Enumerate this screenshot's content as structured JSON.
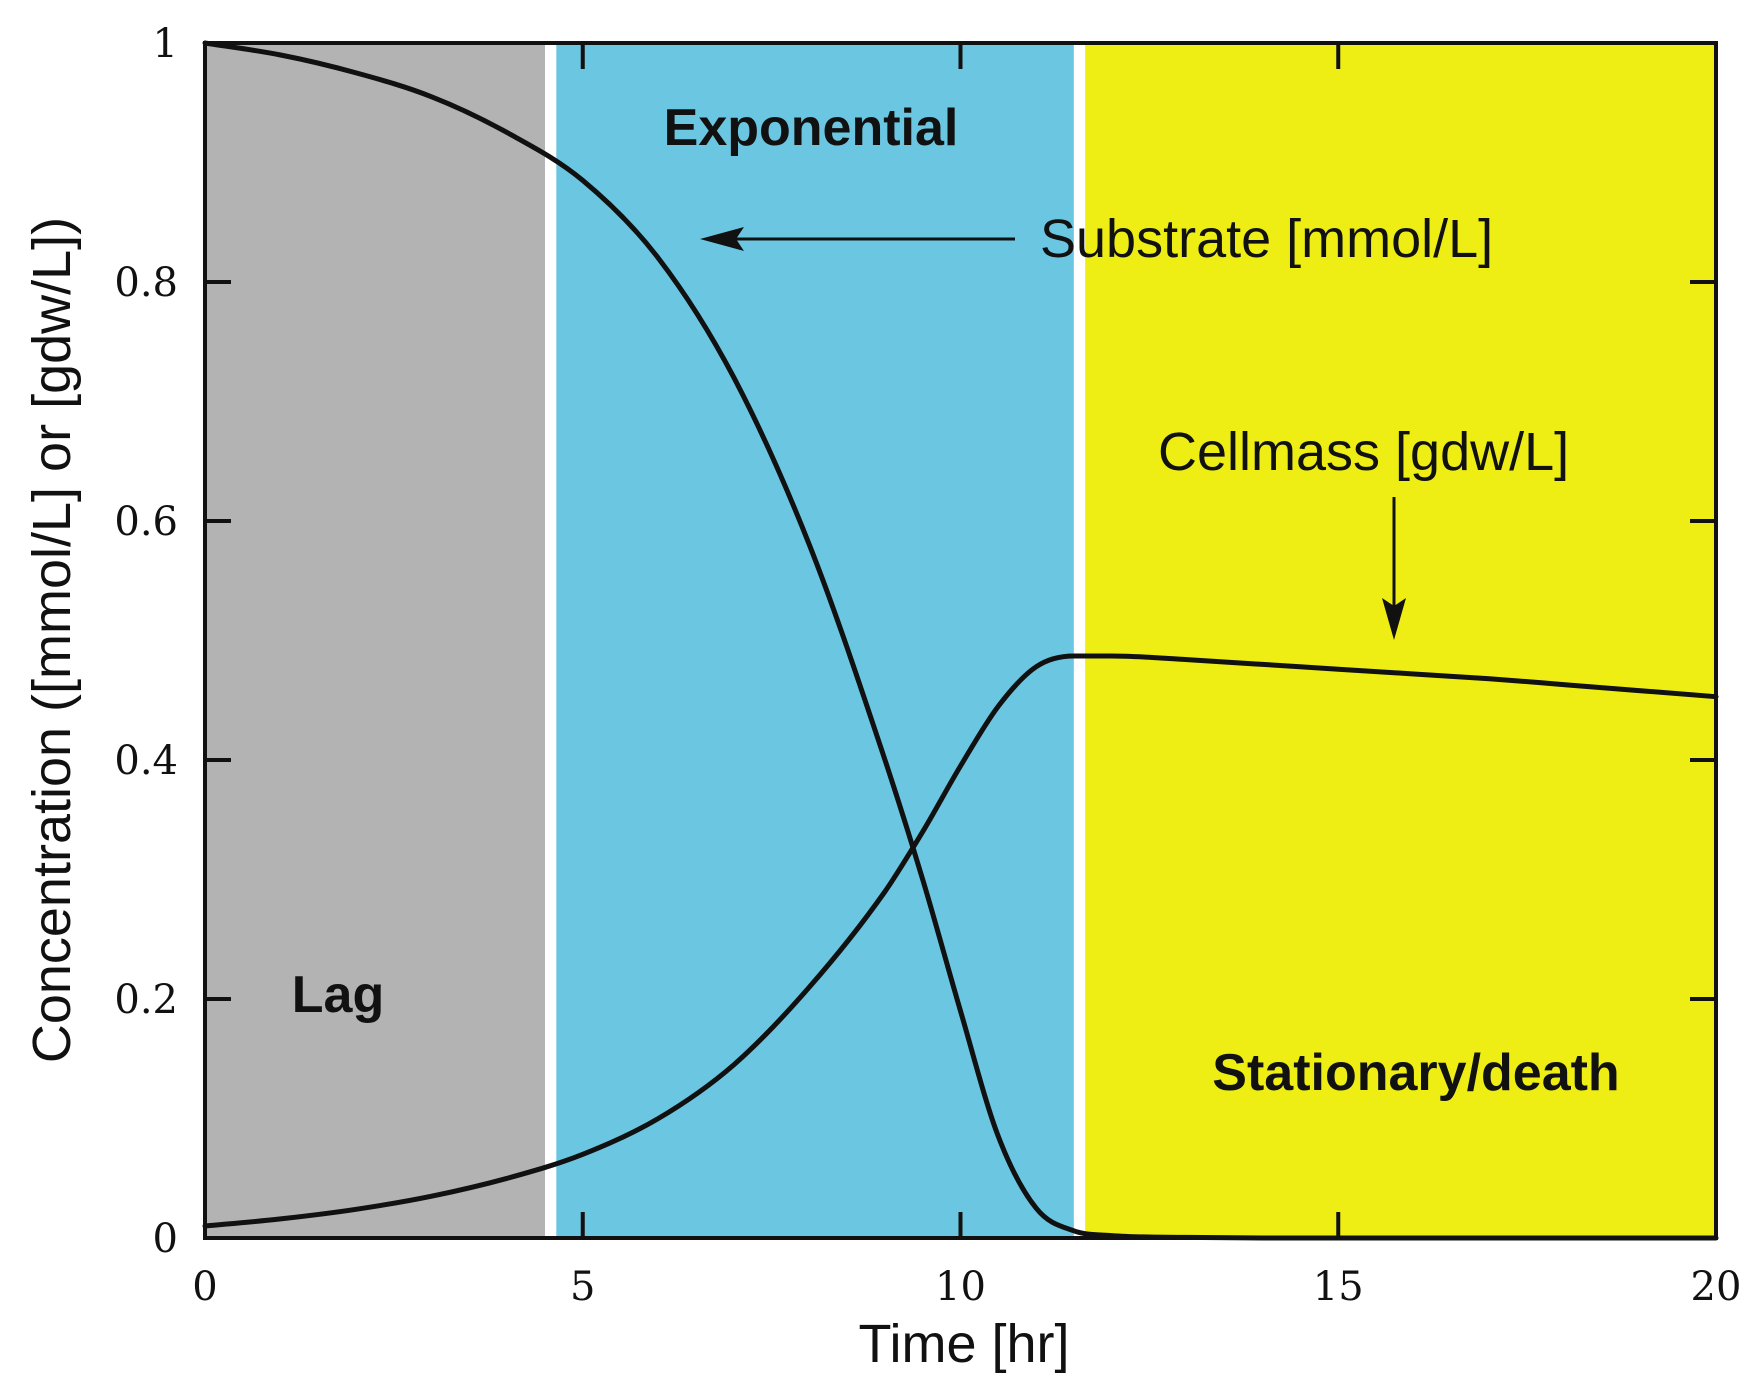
{
  "chart_data": {
    "type": "line",
    "xlabel": "Time [hr]",
    "ylabel": "Concentration ([mmol/L] or [gdw/L])",
    "xlim": [
      0,
      20
    ],
    "ylim": [
      0,
      1
    ],
    "xticks": [
      0,
      5,
      10,
      15,
      20
    ],
    "xtick_labels": [
      "0",
      "5",
      "10",
      "15",
      "20"
    ],
    "yticks": [
      0,
      0.2,
      0.4,
      0.6,
      0.8,
      1
    ],
    "ytick_labels": [
      "0",
      "0.2",
      "0.4",
      "0.6",
      "0.8",
      "1"
    ],
    "grid": false,
    "phases": [
      {
        "label": "Lag",
        "x_start": 0,
        "x_end": 4.5,
        "color": "#b3b3b3"
      },
      {
        "label": "Exponential",
        "x_start": 4.65,
        "x_end": 11.5,
        "color": "#6ac6e1"
      },
      {
        "label": "Stationary/death",
        "x_start": 11.65,
        "x_end": 20,
        "color": "#eeee15"
      }
    ],
    "series": [
      {
        "name": "Substrate [mmol/L]",
        "color": "#111111",
        "x": [
          0,
          1,
          2,
          3,
          4,
          5,
          6,
          7,
          8,
          9,
          9.5,
          10,
          10.5,
          11,
          11.5,
          12,
          13,
          14,
          15,
          16,
          17,
          18,
          19,
          20
        ],
        "y": [
          1.0,
          0.99,
          0.975,
          0.955,
          0.925,
          0.885,
          0.82,
          0.72,
          0.58,
          0.4,
          0.3,
          0.19,
          0.085,
          0.025,
          0.006,
          0.002,
          0.0005,
          0,
          0,
          0,
          0,
          0,
          0,
          0
        ]
      },
      {
        "name": "Cellmass [gdw/L]",
        "color": "#111111",
        "x": [
          0,
          1,
          2,
          3,
          4,
          5,
          6,
          7,
          8,
          9,
          9.5,
          10,
          10.5,
          11,
          11.5,
          12,
          13,
          14,
          15,
          16,
          17,
          18,
          19,
          20
        ],
        "y": [
          0.01,
          0.016,
          0.024,
          0.035,
          0.05,
          0.07,
          0.1,
          0.145,
          0.21,
          0.29,
          0.34,
          0.395,
          0.445,
          0.478,
          0.487,
          0.487,
          0.484,
          0.48,
          0.476,
          0.472,
          0.468,
          0.463,
          0.458,
          0.453
        ]
      }
    ],
    "annotations": [
      {
        "text": "Substrate [mmol/L]",
        "points_to": "Substrate [mmol/L]"
      },
      {
        "text": "Cellmass [gdw/L]",
        "points_to": "Cellmass [gdw/L]"
      }
    ]
  }
}
